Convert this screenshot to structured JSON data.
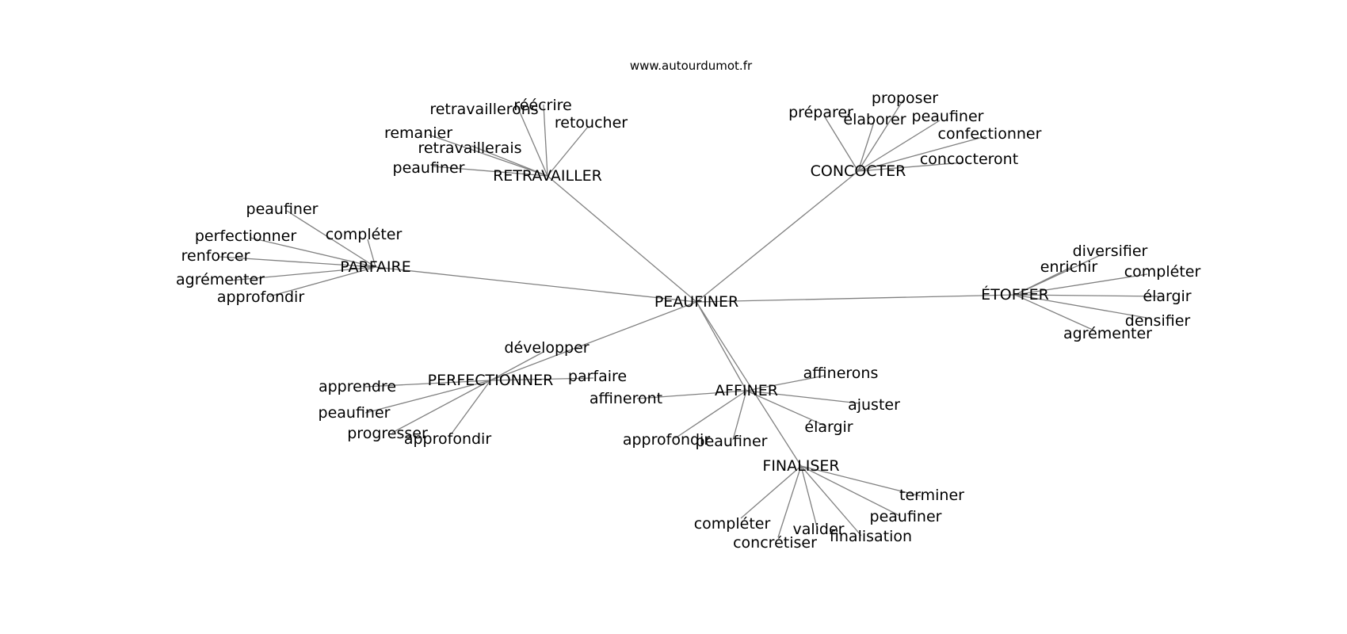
{
  "source": "www.autourdumot.fr",
  "colors": {
    "edge": "#808080",
    "text": "#000000",
    "background": "#ffffff"
  },
  "graph": {
    "center": "PEAUFINER",
    "hubs": [
      {
        "label": "RETRAVAILLER",
        "leaves": [
          "retravaillerons",
          "réécrire",
          "retoucher",
          "remanier",
          "retravaillerais",
          "peaufiner"
        ]
      },
      {
        "label": "CONCOCTER",
        "leaves": [
          "préparer",
          "proposer",
          "élaborer",
          "peaufiner",
          "confectionner",
          "concocteront"
        ]
      },
      {
        "label": "PARFAIRE",
        "leaves": [
          "peaufiner",
          "perfectionner",
          "compléter",
          "renforcer",
          "agrémenter",
          "approfondir"
        ]
      },
      {
        "label": "ÉTOFFER",
        "leaves": [
          "diversifier",
          "enrichir",
          "compléter",
          "élargir",
          "densifier",
          "agrémenter"
        ]
      },
      {
        "label": "PERFECTIONNER",
        "leaves": [
          "développer",
          "parfaire",
          "apprendre",
          "peaufiner",
          "progresser",
          "approfondir"
        ]
      },
      {
        "label": "AFFINER",
        "leaves": [
          "affinerons",
          "affineront",
          "ajuster",
          "élargir",
          "approfondir",
          "peaufiner"
        ]
      },
      {
        "label": "FINALISER",
        "leaves": [
          "terminer",
          "peaufiner",
          "compléter",
          "valider",
          "finalisation",
          "concrétiser"
        ]
      }
    ]
  }
}
